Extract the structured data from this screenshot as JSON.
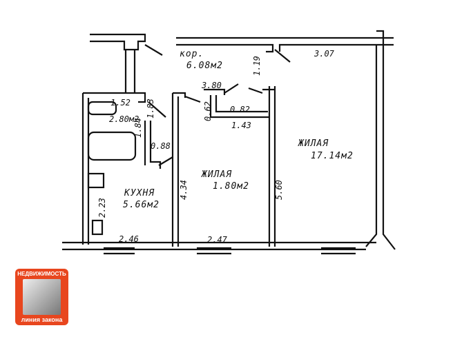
{
  "plan": {
    "corridor": {
      "name": "кор.",
      "area": "6.08м2"
    },
    "living_large": {
      "name": "ЖИЛАЯ",
      "area": "17.14м2"
    },
    "living_small": {
      "name": "ЖИЛАЯ",
      "area": "1.80м2"
    },
    "kitchen": {
      "name": "КУХНЯ",
      "area": "5.66м2"
    },
    "bath": {
      "area": "2.80м2"
    },
    "dims": {
      "d307": "3.07",
      "d119": "1.19",
      "d380": "3.80",
      "d152": "1.52",
      "d184": "1.84",
      "d183": "1.83",
      "d062": "0.62",
      "d082": "0.82",
      "d143": "1.43",
      "d088": "0.88",
      "d434": "4.34",
      "d560": "5.60",
      "d223": "2.23",
      "d246": "2.46",
      "d247": "2.47"
    }
  },
  "logo": {
    "top": "НЕДВИЖИМОСТЬ",
    "bottom": "линия закона"
  }
}
